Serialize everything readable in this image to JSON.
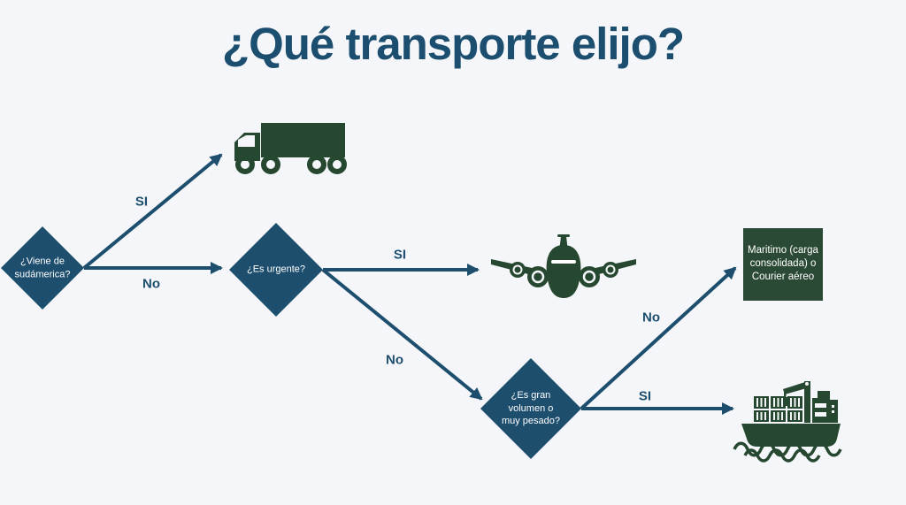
{
  "title": "¿Qué transporte elijo?",
  "colors": {
    "background": "#f4f6f9",
    "decision_blue": "#1e4e6d",
    "arrow_blue": "#1d4e6d",
    "icon_green": "#274830",
    "result_green": "#2b4a35",
    "node_text": "#ffffff"
  },
  "nodes": {
    "q1": {
      "type": "decision",
      "label": "¿Viene de sudámerica?"
    },
    "q2": {
      "type": "decision",
      "label": "¿Es urgente?"
    },
    "q3": {
      "type": "decision",
      "label": "¿Es gran volumen o muy pesado?"
    },
    "maritime_courier": {
      "type": "result",
      "label": "Maritimo (carga consolidada) o Courier aéreo"
    },
    "truck": {
      "type": "icon",
      "icon": "truck-icon"
    },
    "plane": {
      "type": "icon",
      "icon": "airplane-icon"
    },
    "ship": {
      "type": "icon",
      "icon": "cargo-ship-icon"
    }
  },
  "edges": {
    "q1_truck": {
      "from": "q1",
      "to": "truck",
      "label": "SI"
    },
    "q1_q2": {
      "from": "q1",
      "to": "q2",
      "label": "No"
    },
    "q2_plane": {
      "from": "q2",
      "to": "plane",
      "label": "SI"
    },
    "q2_q3": {
      "from": "q2",
      "to": "q3",
      "label": "No"
    },
    "q3_maritime": {
      "from": "q3",
      "to": "maritime_courier",
      "label": "No"
    },
    "q3_ship": {
      "from": "q3",
      "to": "ship",
      "label": "SI"
    }
  }
}
